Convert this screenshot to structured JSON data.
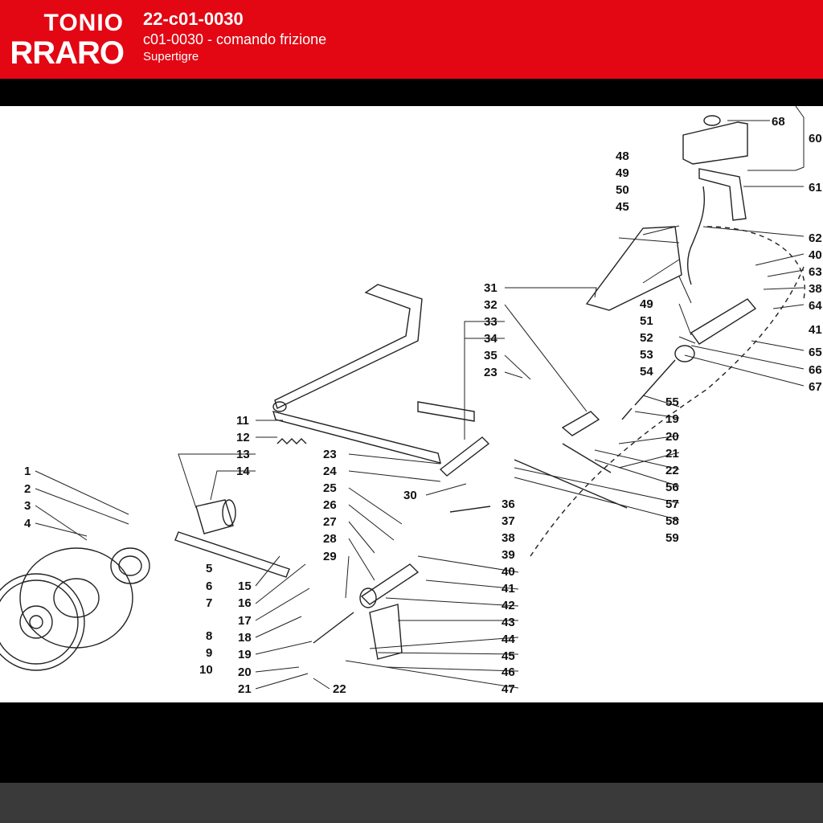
{
  "header": {
    "logo_line1": "TONIO",
    "logo_line2": "RRARO",
    "code": "22-c01-0030",
    "description": "c01-0030 - comando frizione",
    "model": "Supertigre"
  },
  "callouts": {
    "left": [
      "1",
      "2",
      "3",
      "4"
    ],
    "center": [
      "5",
      "6",
      "7",
      "8",
      "9",
      "10",
      "11",
      "12",
      "13",
      "14",
      "15",
      "16",
      "17",
      "18",
      "19",
      "20",
      "21",
      "22"
    ],
    "mid": [
      "23",
      "24",
      "25",
      "26",
      "27",
      "28",
      "29",
      "30"
    ],
    "right_lower": [
      "31",
      "32",
      "33",
      "34",
      "35",
      "23",
      "36",
      "37",
      "38",
      "39",
      "40",
      "41",
      "42",
      "43",
      "44",
      "45",
      "46",
      "47"
    ],
    "top_right": [
      "48",
      "49",
      "50",
      "45",
      "68",
      "60",
      "61",
      "62",
      "40",
      "63",
      "38",
      "64",
      "41",
      "65",
      "66",
      "67",
      "49",
      "51",
      "52",
      "53",
      "54",
      "55",
      "19",
      "20",
      "21",
      "22",
      "56",
      "57",
      "58",
      "59"
    ]
  },
  "colors": {
    "brand_red": "#e30613",
    "band": "#000000",
    "background": "#3a3a3a"
  }
}
